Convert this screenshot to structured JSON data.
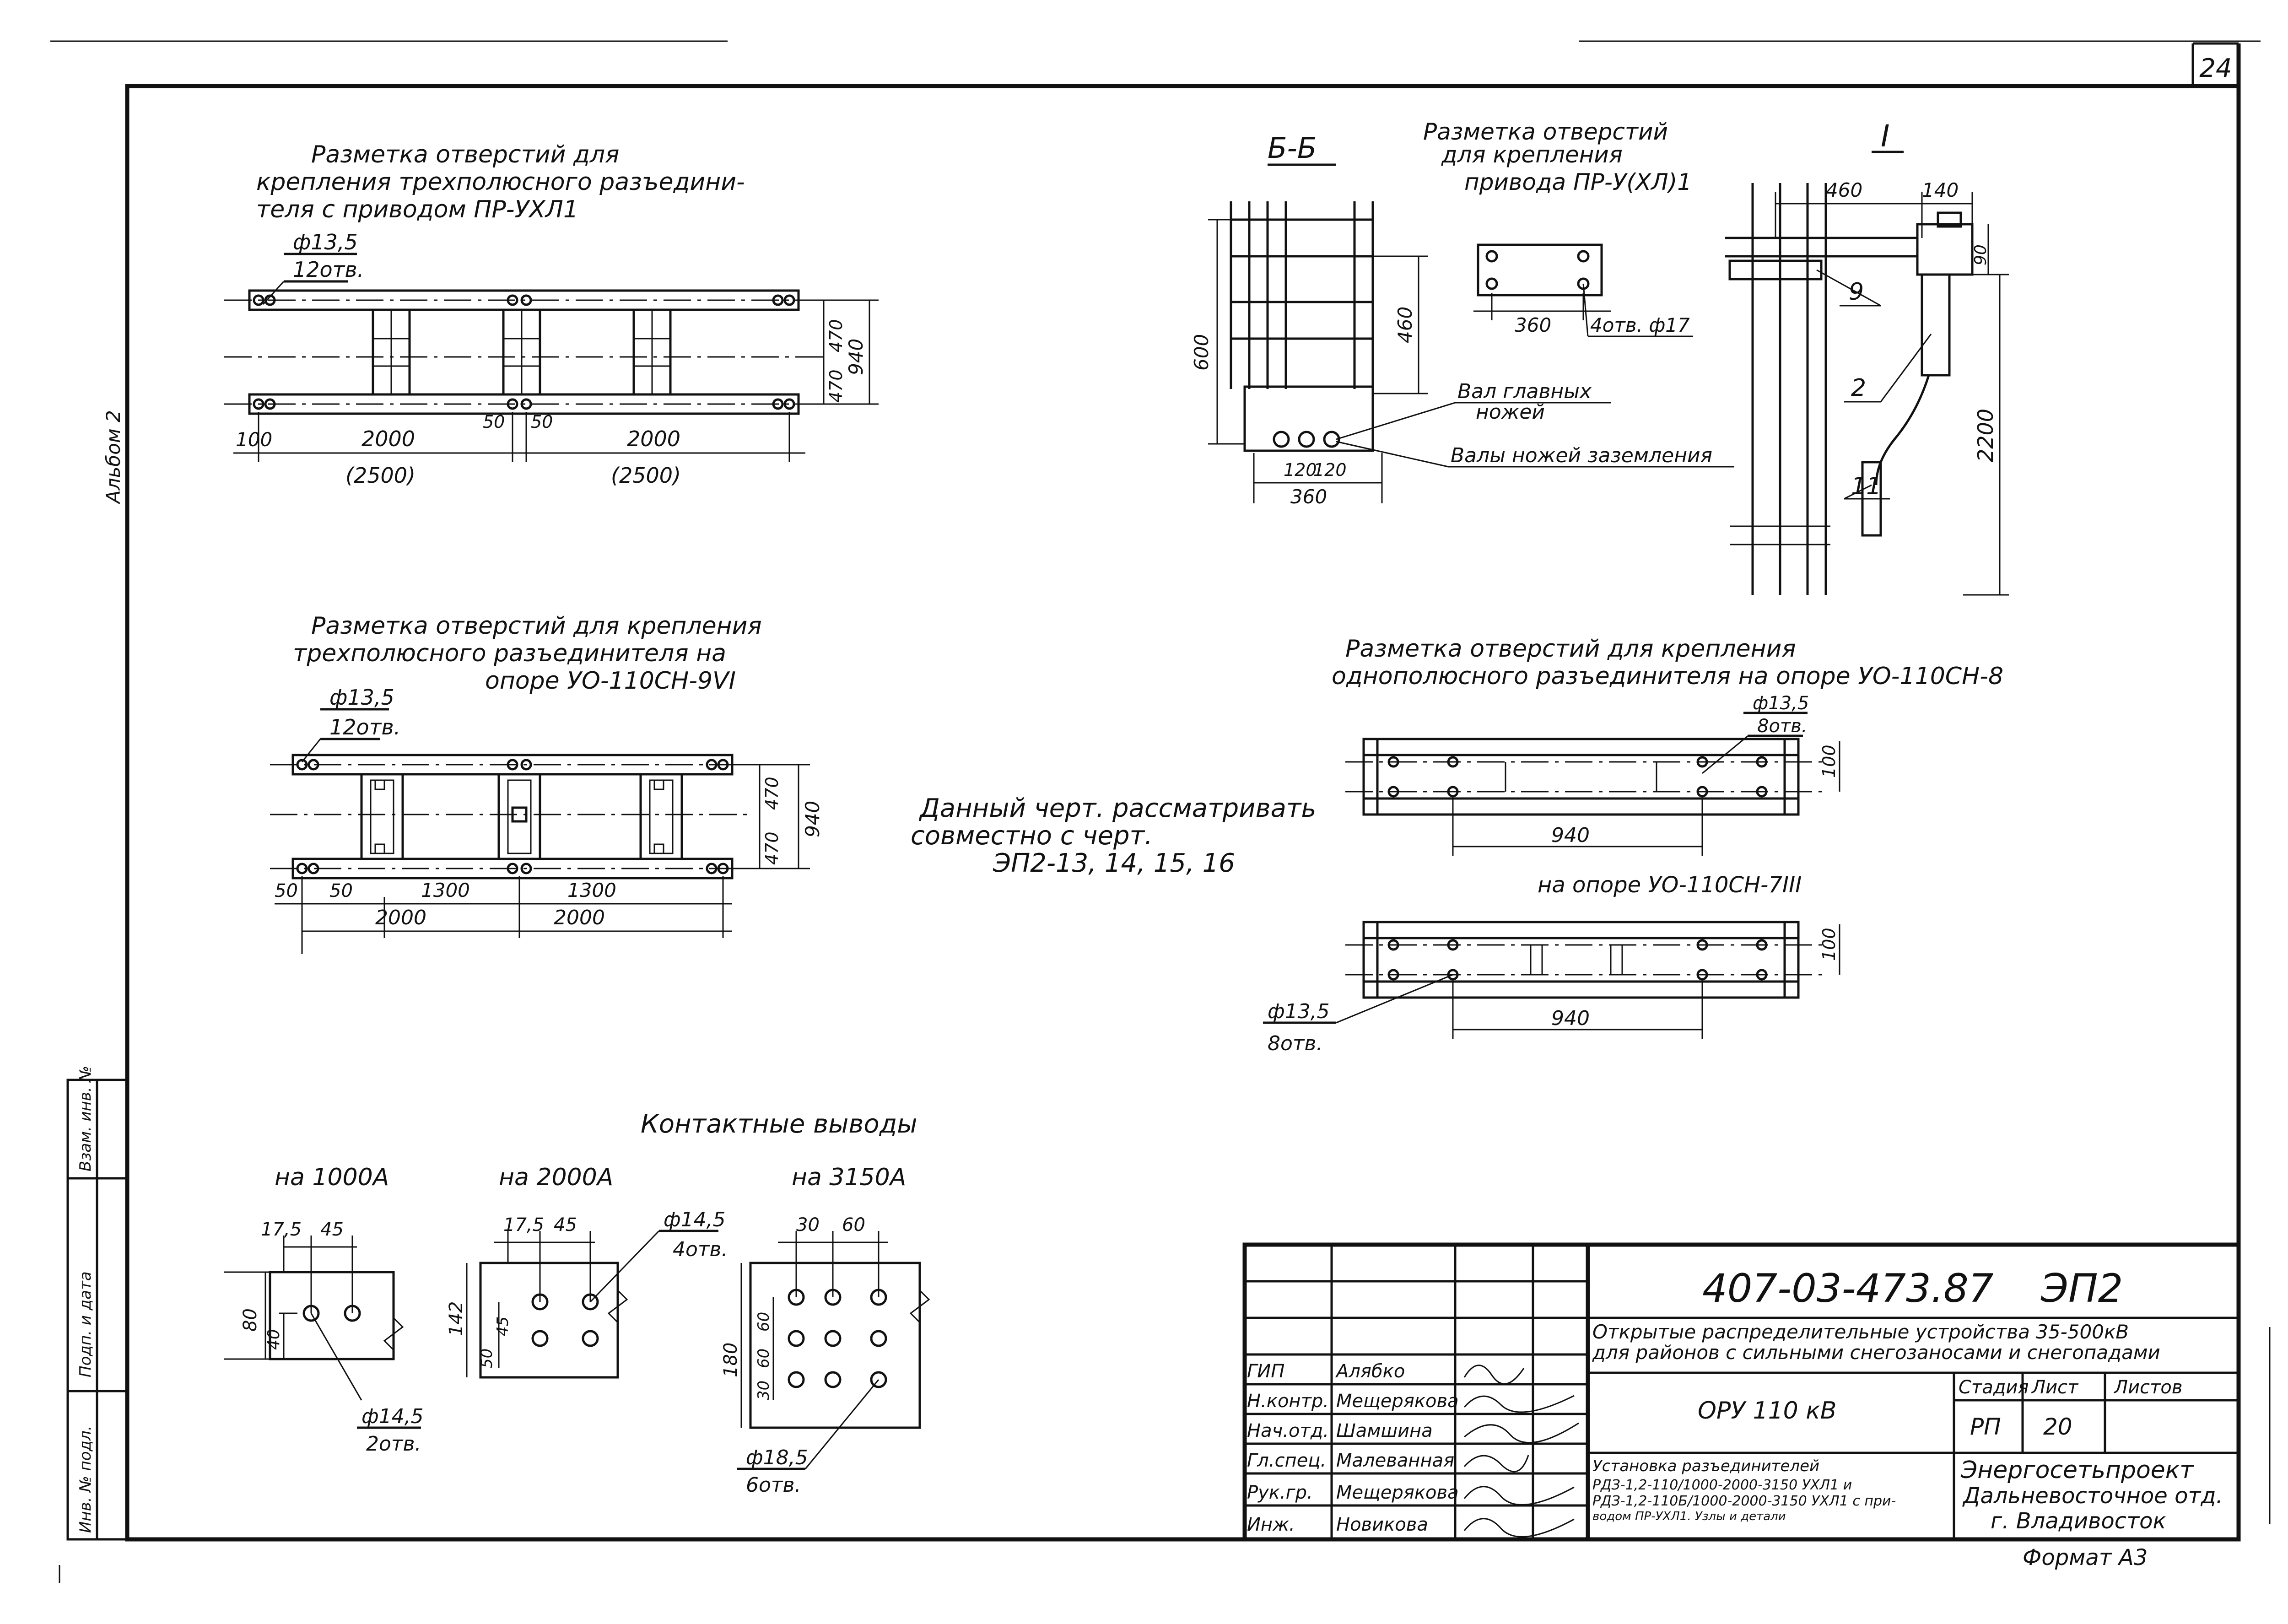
{
  "sheet_number": "24",
  "side": {
    "album": "Альбом 2",
    "stamp_labels": [
      "Инв. № подл.",
      "Подп. и дата",
      "Взам. инв. №"
    ]
  },
  "views": {
    "v3p_1": {
      "title": [
        "Разметка отверстий для",
        "крепления трехполюсного разъедини-",
        "теля с приводом ПР-УХЛ1"
      ],
      "hole_callout": [
        "ф13,5",
        "12отв."
      ],
      "dims": {
        "left_margin": "100",
        "span_a": "2000",
        "span_a_alt": "(2500)",
        "gap_a": "50",
        "gap_b": "50",
        "span_b": "2000",
        "span_b_alt": "(2500)",
        "v_half_a": "470",
        "v_half_b": "470",
        "v_total": "940"
      }
    },
    "v3p_2": {
      "title": [
        "Разметка отверстий для крепления",
        "трехполюсного разъединителя на",
        "опоре УО-110СН-9VI"
      ],
      "hole_callout": [
        "ф13,5",
        "12отв."
      ],
      "dims": {
        "a": "50",
        "b": "50",
        "c": "1300",
        "d": "1300",
        "e": "2000",
        "f": "2000",
        "v_half_a": "470",
        "v_half_b": "470",
        "v_total": "940"
      }
    },
    "section_bb": {
      "title": "Б-Б",
      "dims": {
        "h_total": "600",
        "h_part": "460",
        "s1": "120",
        "s2": "120",
        "w": "360"
      },
      "labels": {
        "main_shaft": [
          "Вал главных",
          "ножей"
        ],
        "earth_shafts": "Валы ножей заземления"
      }
    },
    "drive_marking": {
      "title": [
        "Разметка отверстий",
        "для крепления",
        "привода ПР-У(ХЛ)1"
      ],
      "dims": {
        "w": "360"
      },
      "hole_callout": "4отв. ф17"
    },
    "detail_i": {
      "title": "I",
      "dims": {
        "a": "460",
        "b": "140",
        "c": "90",
        "h": "2200"
      },
      "labels": [
        "9",
        "2",
        "11"
      ]
    },
    "single_pole": {
      "title": [
        "Разметка отверстий для крепления",
        "однополюсного разъединителя на опоре УО-110СН-8"
      ],
      "hole_callout": [
        "ф13,5",
        "8отв."
      ],
      "dims": {
        "v": "100",
        "w": "940"
      }
    },
    "single_pole_7": {
      "title": "на опоре УО-110СН-7III",
      "hole_callout": [
        "ф13,5",
        "8отв."
      ],
      "dims": {
        "v": "100",
        "w": "940"
      }
    },
    "note": [
      "Данный черт. рассматривать",
      "совместно с черт.",
      "ЭП2-13, 14, 15, 16"
    ],
    "contacts": {
      "title": "Контактные выводы",
      "c1000": {
        "title": "на 1000А",
        "dims": [
          "17,5",
          "45",
          "80",
          "40"
        ],
        "hole_callout": [
          "ф14,5",
          "2отв."
        ]
      },
      "c2000": {
        "title": "на 2000А",
        "dims": [
          "17,5",
          "45",
          "142",
          "50",
          "45"
        ],
        "hole_callout": [
          "ф14,5",
          "4отв."
        ]
      },
      "c3150": {
        "title": "на 3150А",
        "dims": [
          "30",
          "60",
          "180",
          "60",
          "60",
          "30"
        ],
        "hole_callout": [
          "ф18,5",
          "6отв."
        ]
      }
    }
  },
  "title_block": {
    "doc_code": "407-03-473.87",
    "sheet_code": "ЭП2",
    "project_title": [
      "Открытые распределительные устройства 35-500кВ",
      "для районов с сильными снегозаносами и снегопадами"
    ],
    "object": "ОРУ 110 кВ",
    "drawing_title": [
      "Установка разъединителей",
      "РДЗ-1,2-110/1000-2000-3150 УХЛ1 и",
      "РДЗ-1,2-110Б/1000-2000-3150 УХЛ1 с при-",
      "водом ПР-УХЛ1. Узлы и детали"
    ],
    "stage_header": "Стадия",
    "sheet_header": "Лист",
    "sheets_header": "Листов",
    "stage": "РП",
    "sheet": "20",
    "sheets": "",
    "org": [
      "Энергосетьпроект",
      "Дальневосточное отд.",
      "г. Владивосток"
    ],
    "format": "Формат А3",
    "signers": [
      {
        "role": "ГИП",
        "name": "Алябко"
      },
      {
        "role": "Н.контр.",
        "name": "Мещерякова"
      },
      {
        "role": "Нач.отд.",
        "name": "Шамшина"
      },
      {
        "role": "Гл.спец.",
        "name": "Малеванная"
      },
      {
        "role": "Рук.гр.",
        "name": "Мещерякова"
      },
      {
        "role": "Инж.",
        "name": "Новикова"
      }
    ]
  }
}
